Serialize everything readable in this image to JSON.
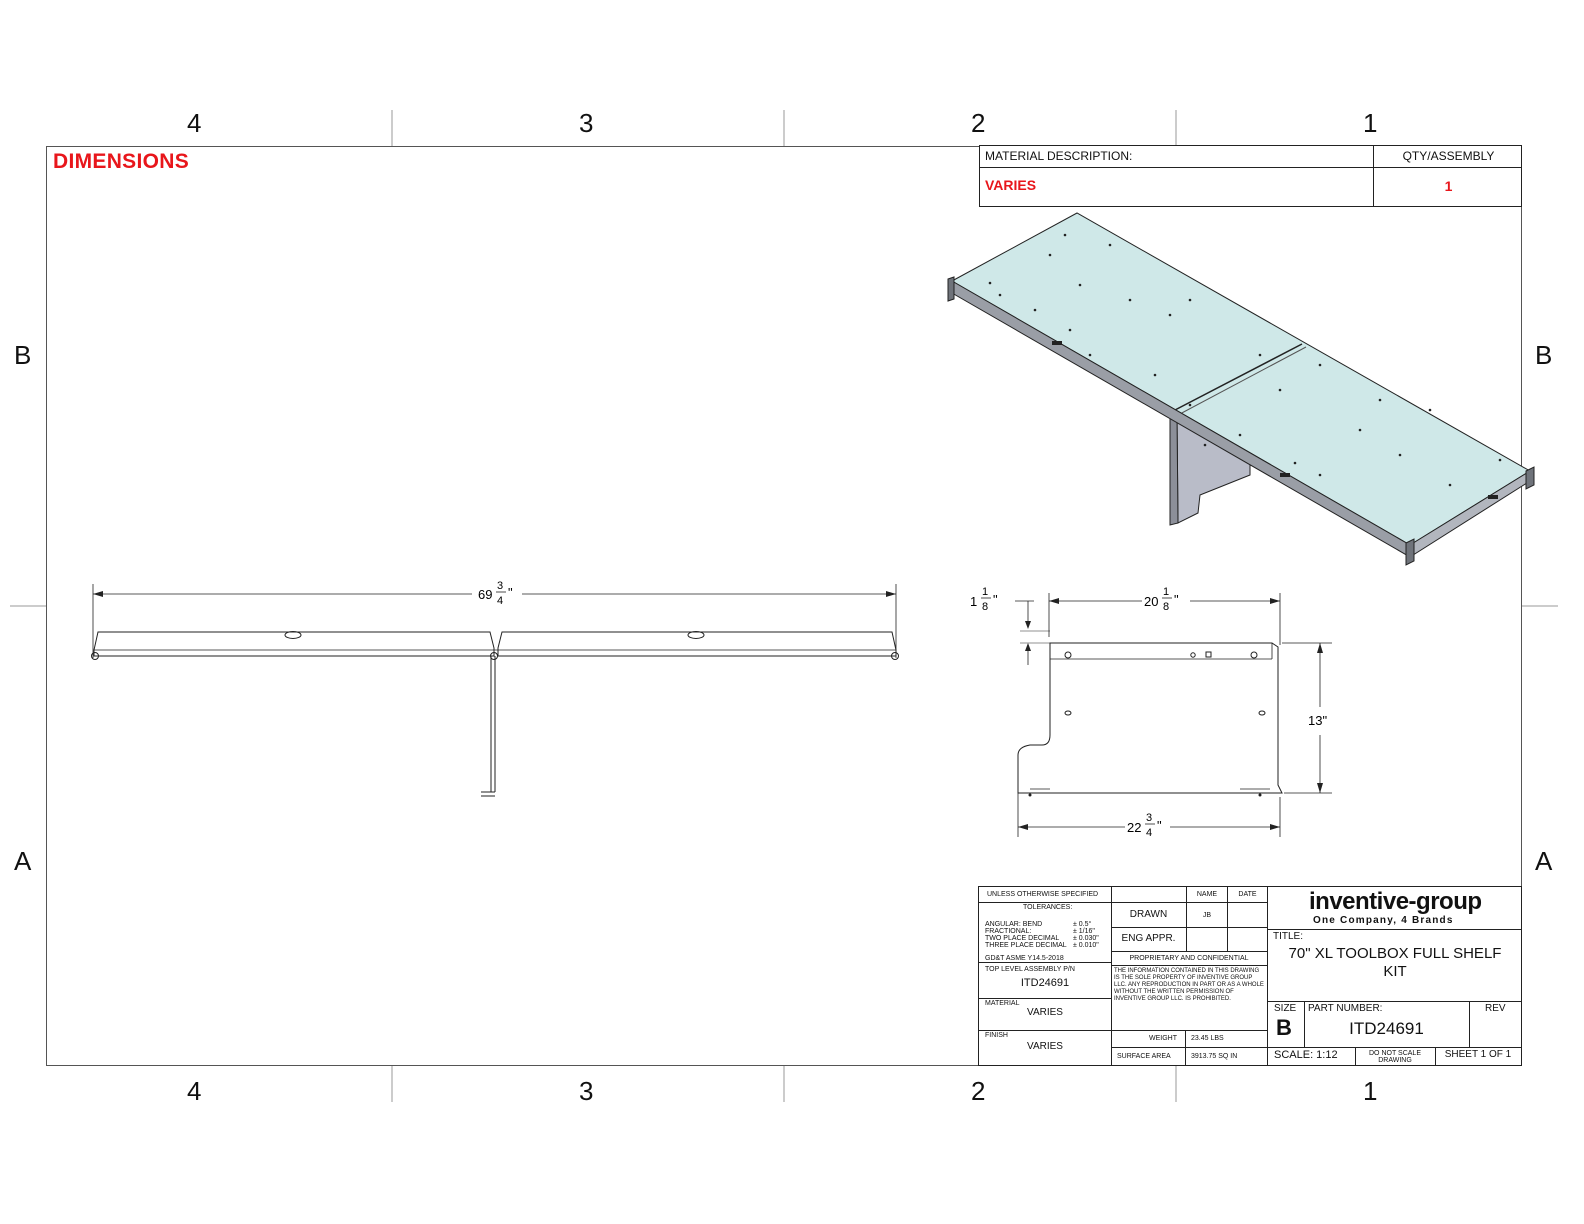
{
  "sheet": {
    "zones_top": [
      "4",
      "3",
      "2",
      "1"
    ],
    "zones_bottom": [
      "4",
      "3",
      "2",
      "1"
    ],
    "zones_left": [
      "B",
      "A"
    ],
    "zones_right": [
      "B",
      "A"
    ],
    "heading": "DIMENSIONS",
    "accent_color": "#e8161b"
  },
  "material_table": {
    "desc_header": "MATERIAL DESCRIPTION:",
    "qty_header": "QTY/ASSEMBLY",
    "desc_value": "VARIES",
    "qty_value": "1"
  },
  "dimensions": {
    "overall_length_whole": "69",
    "overall_length_num": "3",
    "overall_length_den": "4",
    "flange_whole": "1",
    "flange_num": "1",
    "flange_den": "8",
    "depth_whole": "20",
    "depth_num": "1",
    "depth_den": "8",
    "height": "13\"",
    "bottom_whole": "22",
    "bottom_num": "3",
    "bottom_den": "4",
    "inch_mark": "\""
  },
  "title_block": {
    "unless": "UNLESS OTHERWISE SPECIFIED",
    "tolerances": "TOLERANCES:",
    "tol_labels": [
      "ANGULAR:      BEND",
      "FRACTIONAL:",
      "TWO PLACE DECIMAL",
      "THREE PLACE DECIMAL"
    ],
    "tol_values": [
      "± 0.5°",
      "± 1/16\"",
      "± 0.030\"",
      "± 0.010\""
    ],
    "standard": "GD&T ASME Y14.5-2018",
    "top_level_label": "TOP LEVEL ASSEMBLY P/N",
    "top_level_value": "ITD24691",
    "material_label": "MATERIAL",
    "material_value": "VARIES",
    "finish_label": "FINISH",
    "finish_value": "VARIES",
    "name_header": "NAME",
    "date_header": "DATE",
    "drawn_label": "DRAWN",
    "drawn_name": "JB",
    "eng_label": "ENG APPR.",
    "prop_header": "PROPRIETARY AND CONFIDENTIAL",
    "prop_text": "THE INFORMATION CONTAINED IN THIS DRAWING IS THE SOLE PROPERTY OF INVENTIVE GROUP LLC. ANY REPRODUCTION IN PART OR AS A WHOLE WITHOUT THE WRITTEN PERMISSION OF INVENTIVE GROUP LLC. IS PROHIBITED.",
    "weight_label": "WEIGHT",
    "weight_value": "23.45    LBS",
    "surface_label": "SURFACE AREA",
    "surface_value": "3913.75    SQ IN",
    "company": "inventive-group",
    "tagline": "One Company, 4 Brands",
    "title_label": "TITLE:",
    "title_line1": "70\" XL TOOLBOX FULL SHELF",
    "title_line2": "KIT",
    "size_label": "SIZE",
    "size_value": "B",
    "part_label": "PART NUMBER:",
    "part_value": "ITD24691",
    "rev_label": "REV",
    "scale": "SCALE: 1:12",
    "do_not_scale_1": "DO NOT SCALE",
    "do_not_scale_2": "DRAWING",
    "sheet": "SHEET 1 OF 1"
  }
}
